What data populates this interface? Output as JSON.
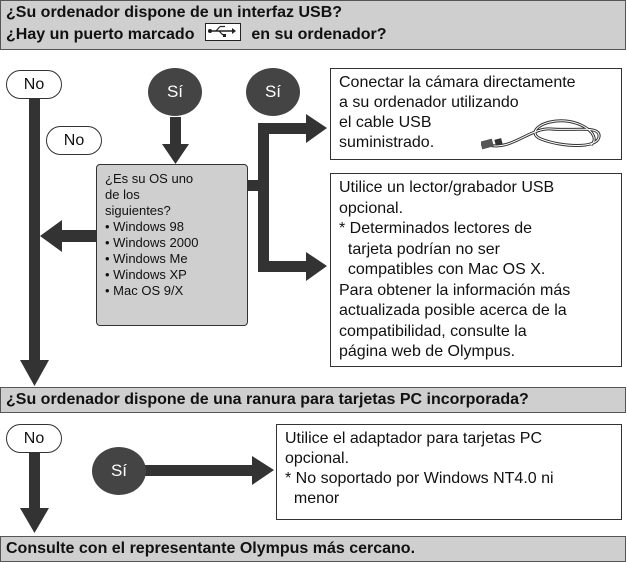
{
  "q1": {
    "line1": "¿Su ordenador dispone de un interfaz USB?",
    "line2_pre": "¿Hay un puerto marcado",
    "line2_post": "en su ordenador?"
  },
  "labels": {
    "no": "No",
    "si": "Sí"
  },
  "os_box": {
    "question": [
      "¿Es su OS uno",
      "de los",
      "siguientes?"
    ],
    "items": [
      "• Windows 98",
      "• Windows 2000",
      "• Windows Me",
      "• Windows XP",
      "• Mac OS 9/X"
    ]
  },
  "usb_box": [
    "Conectar la cámara directamente",
    "a su ordenador utilizando",
    "el cable USB",
    "suministrado."
  ],
  "reader_box": [
    "Utilice un lector/grabador USB",
    "opcional.",
    "* Determinados lectores de",
    "  tarjeta podrían no ser",
    "  compatibles con Mac OS X.",
    "Para obtener la información más",
    "actualizada posible acerca de la",
    "compatibilidad, consulte la",
    "página web de Olympus."
  ],
  "q2": "¿Su ordenador dispone de una ranura para tarjetas PC incorporada?",
  "pc_box": [
    "Utilice el adaptador para tarjetas PC",
    "opcional.",
    "* No soportado por Windows NT4.0 ni",
    "  menor"
  ],
  "q3": "Consulte con el representante Olympus más cercano."
}
